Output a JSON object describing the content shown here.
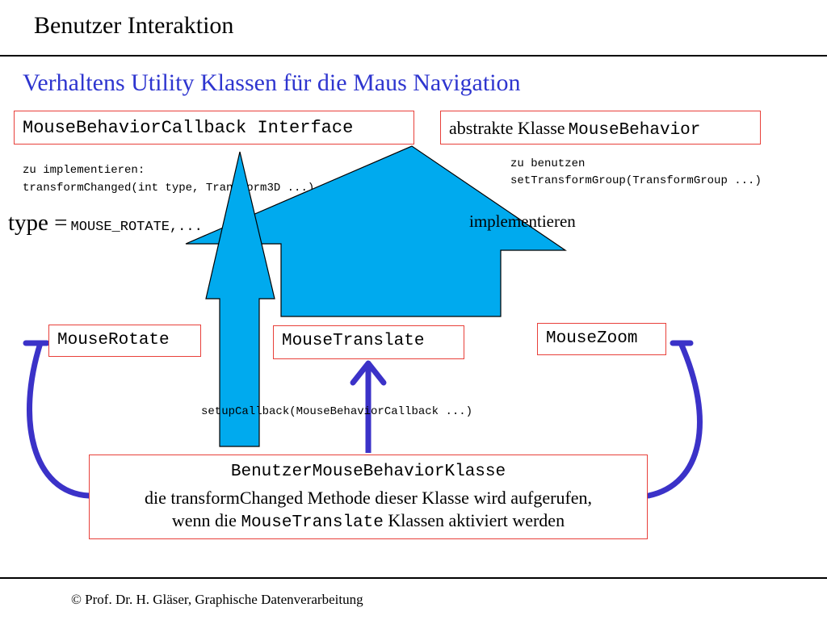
{
  "slide": {
    "title": "Benutzer Interaktion",
    "subtitle": "Verhaltens Utility Klassen für die Maus Navigation",
    "footer": "© Prof. Dr. H. Gläser, Graphische Datenverarbeitung"
  },
  "boxes": {
    "callback_interface": "MouseBehaviorCallback Interface",
    "abstract_prefix": "abstrakte Klasse",
    "abstract_class": "MouseBehavior",
    "rotate": "MouseRotate",
    "translate": "MouseTranslate",
    "zoom": "MouseZoom",
    "user_class": "BenutzerMouseBehaviorKlasse",
    "user_line1": "die transformChanged Methode dieser Klasse wird aufgerufen,",
    "user_line2_prefix": "wenn die",
    "user_line2_code": "MouseTranslate",
    "user_line2_suffix": "Klassen aktiviert werden"
  },
  "notes": {
    "implement_line1": "zu implementieren:",
    "implement_line2": "transformChanged(int type, Transform3D ...)",
    "use_line1": "zu benutzen",
    "use_line2": "setTransformGroup(TransformGroup ...)",
    "type_word": "type =",
    "type_value": "MOUSE_ROTATE,...",
    "implement_label": "implementieren",
    "setup_callback": "setupCallback(MouseBehaviorCallback ...)"
  },
  "colors": {
    "title_blue": "#2e35cf",
    "box_border": "#e8403a",
    "arrow_fill": "#00aaee",
    "curve_blue": "#3b32c8"
  }
}
